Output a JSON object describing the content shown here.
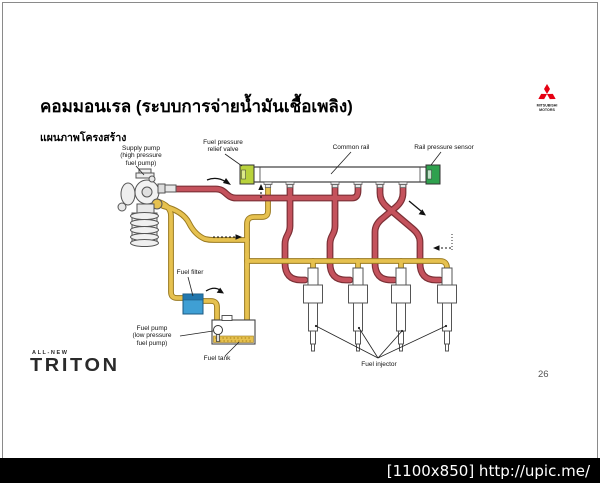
{
  "slide": {
    "title": "คอมมอนเรล (ระบบการจ่ายน้ำมันเชื้อเพลิง)",
    "subtitle": "แผนภาพโครงสร้าง",
    "page_number": "26"
  },
  "branding": {
    "logo_line1": "MITSUBISHI",
    "logo_line2": "MOTORS",
    "all_new": "ALL-NEW",
    "triton": "TRITON",
    "brand_red": "#e60012"
  },
  "watermark": {
    "text": "[1100x850] http://upic.me/"
  },
  "diagram": {
    "labels": {
      "supply_pump": "Supply pump\n(high pressure\nfuel pump)",
      "fuel_pressure_relief_valve": "Fuel pressure\nrelief valve",
      "common_rail": "Common rail",
      "rail_pressure_sensor": "Rail pressure sensor",
      "fuel_filter": "Fuel filter",
      "fuel_pump": "Fuel pump\n(low pressure\nfuel pump)",
      "fuel_tank": "Fuel tank",
      "fuel_injector": "Fuel injector"
    },
    "colors": {
      "high_pressure_pipe": "#c4525c",
      "high_pressure_outline": "#7c3036",
      "low_pressure_pipe": "#e6c14f",
      "low_pressure_outline": "#9a7a20",
      "relief_valve": "#b9d23c",
      "rail_sensor": "#2fa14e",
      "fuel_filter_blue": "#3f9fd4"
    }
  }
}
